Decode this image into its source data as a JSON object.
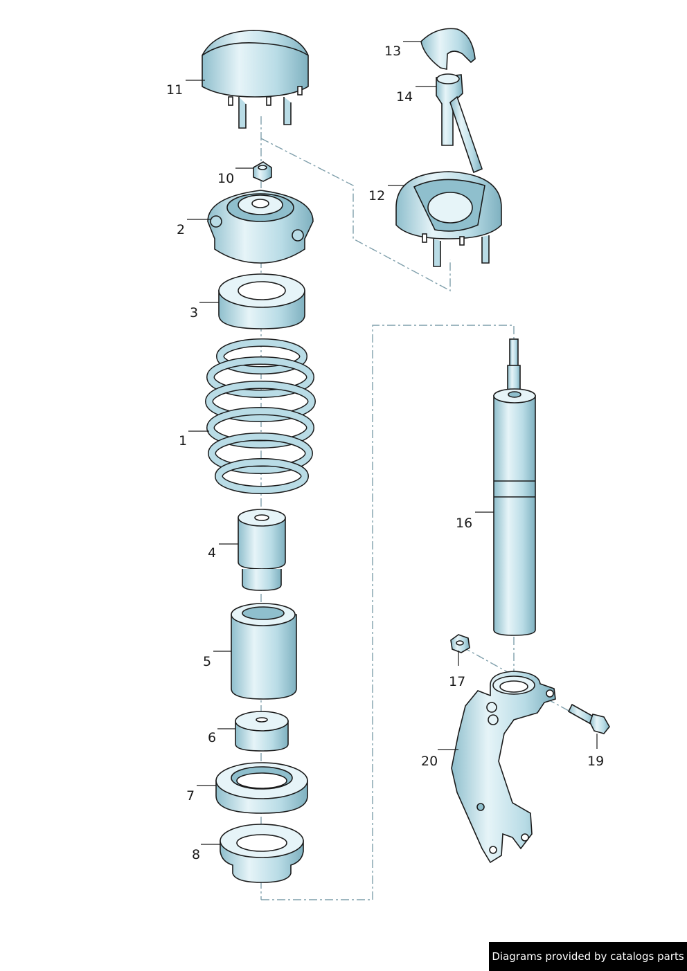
{
  "parts": {
    "p1": "1",
    "p2": "2",
    "p3": "3",
    "p4": "4",
    "p5": "5",
    "p6": "6",
    "p7": "7",
    "p8": "8",
    "p10": "10",
    "p11": "11",
    "p12": "12",
    "p13": "13",
    "p14": "14",
    "p16": "16",
    "p17": "17",
    "p19": "19",
    "p20": "20"
  },
  "footer": {
    "text": "Diagrams provided by catalogs parts"
  },
  "colors": {
    "part_fill": "#b9dce6",
    "part_shade": "#8fbfcd",
    "part_light": "#e6f4f8",
    "outline": "#1a1a1a",
    "leader_dash": "#7f9fab"
  }
}
